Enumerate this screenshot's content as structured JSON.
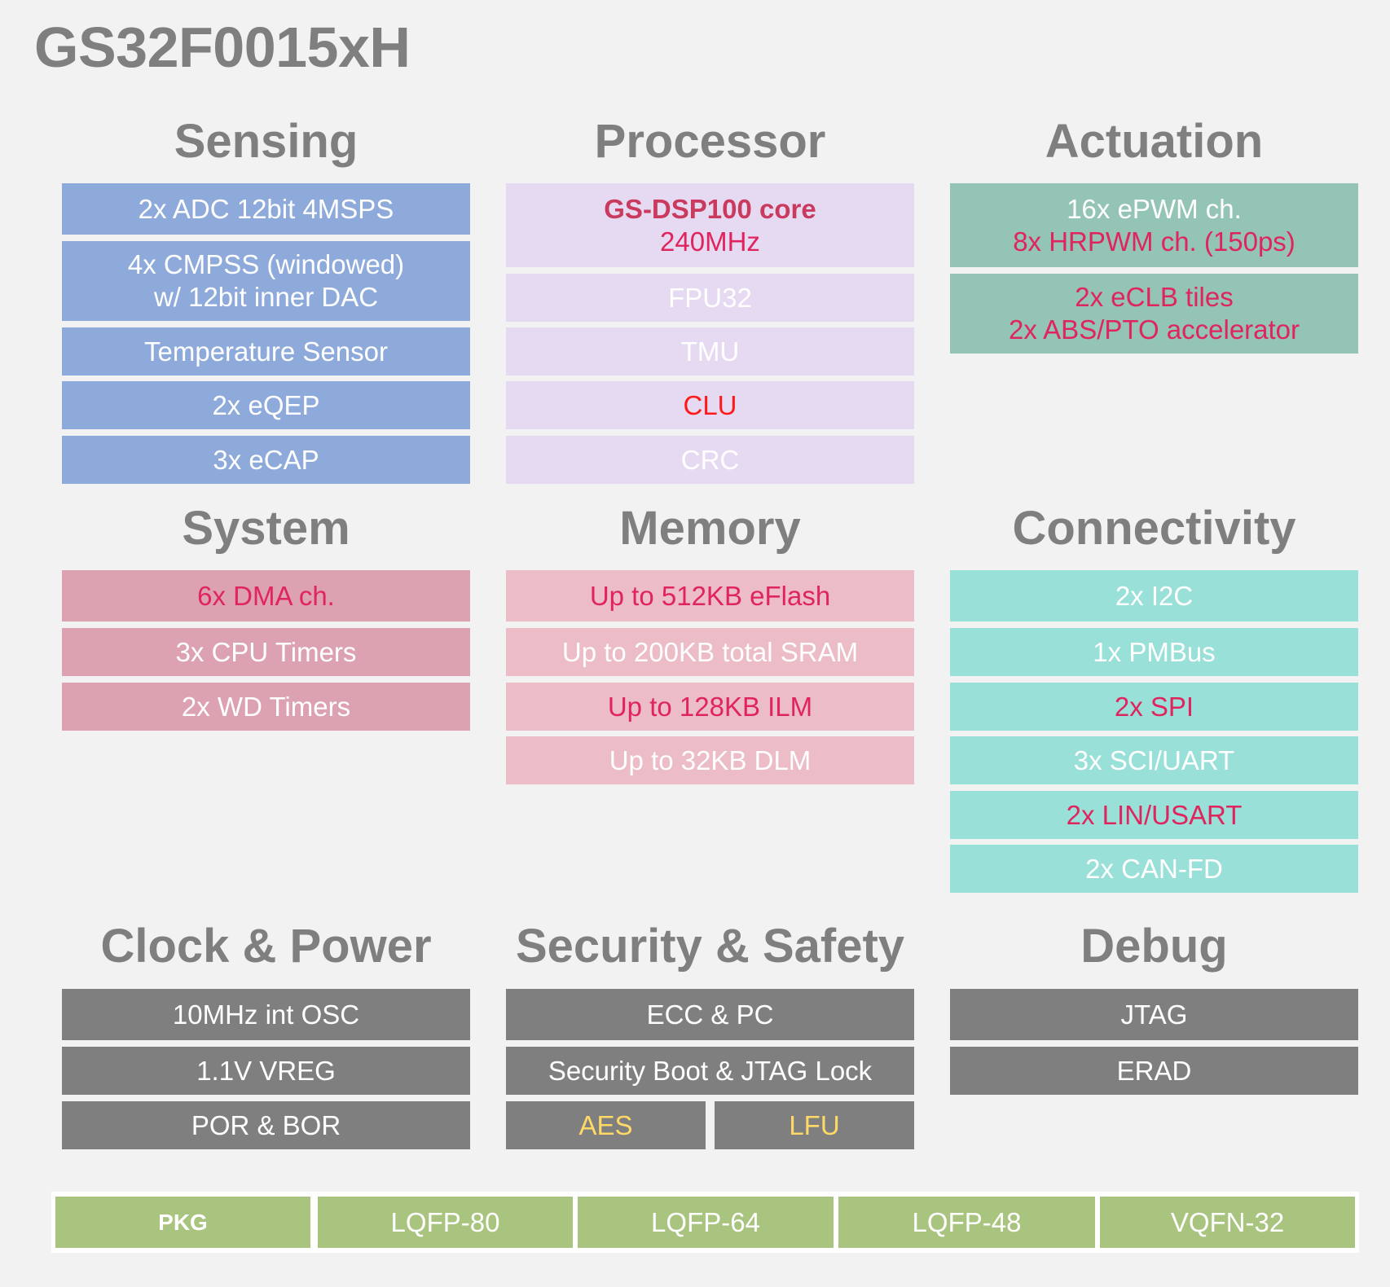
{
  "title": "GS32F0015xH",
  "sensing": {
    "heading": "Sensing",
    "items": [
      {
        "line1": "2x ADC 12bit 4MSPS"
      },
      {
        "line1": "4x CMPSS (windowed)",
        "line2": "w/ 12bit inner DAC"
      },
      {
        "line1": "Temperature Sensor"
      },
      {
        "line1": "2x eQEP"
      },
      {
        "line1": "3x eCAP"
      }
    ]
  },
  "processor": {
    "heading": "Processor",
    "items": [
      {
        "line1": "GS-DSP100 core",
        "line2": "240MHz"
      },
      {
        "line1": "FPU32"
      },
      {
        "line1": "TMU"
      },
      {
        "line1": "CLU"
      },
      {
        "line1": "CRC"
      }
    ]
  },
  "actuation": {
    "heading": "Actuation",
    "items": [
      {
        "line1": "16x ePWM ch.",
        "line2": "8x HRPWM ch. (150ps)"
      },
      {
        "line1": "2x eCLB tiles",
        "line2": "2x ABS/PTO accelerator"
      }
    ]
  },
  "system": {
    "heading": "System",
    "items": [
      {
        "line1": "6x DMA ch."
      },
      {
        "line1": "3x CPU Timers"
      },
      {
        "line1": "2x WD Timers"
      }
    ]
  },
  "memory": {
    "heading": "Memory",
    "items": [
      {
        "line1": "Up to 512KB eFlash"
      },
      {
        "line1": "Up to 200KB total SRAM"
      },
      {
        "line1": "Up to 128KB ILM"
      },
      {
        "line1": "Up to 32KB DLM"
      }
    ]
  },
  "connectivity": {
    "heading": "Connectivity",
    "items": [
      {
        "line1": "2x I2C"
      },
      {
        "line1": "1x PMBus"
      },
      {
        "line1": "2x SPI"
      },
      {
        "line1": "3x SCI/UART"
      },
      {
        "line1": "2x LIN/USART"
      },
      {
        "line1": "2x CAN-FD"
      }
    ]
  },
  "clock_power": {
    "heading": "Clock & Power",
    "items": [
      {
        "line1": "10MHz int OSC"
      },
      {
        "line1": "1.1V VREG"
      },
      {
        "line1": "POR & BOR"
      }
    ]
  },
  "security_safety": {
    "heading": "Security & Safety",
    "items": [
      {
        "line1": "ECC & PC"
      },
      {
        "line1": "Security Boot & JTAG Lock"
      },
      {
        "line1": "AES"
      },
      {
        "line1": "LFU"
      }
    ]
  },
  "debug": {
    "heading": "Debug",
    "items": [
      {
        "line1": "JTAG"
      },
      {
        "line1": "ERAD"
      }
    ]
  },
  "packages": [
    "PKG",
    "LQFP-80",
    "LQFP-64",
    "LQFP-48",
    "VQFN-32"
  ],
  "colors": {
    "sensing_block": "#8eaadb",
    "processor_block": "#e6d9f2",
    "actuation_block": "#93c4b5",
    "system_block": "#dda2b1",
    "memory_block": "#ecbcc7",
    "connectivity_block": "#99e0d9",
    "gray_block": "#7f7f7f",
    "package_cell": "#a9c47f",
    "highlight_red": "#e0245e",
    "highlight_bright_red": "#ff1a1a",
    "highlight_yellow": "#ffd966",
    "heading_gray": "#7f7f7f"
  }
}
